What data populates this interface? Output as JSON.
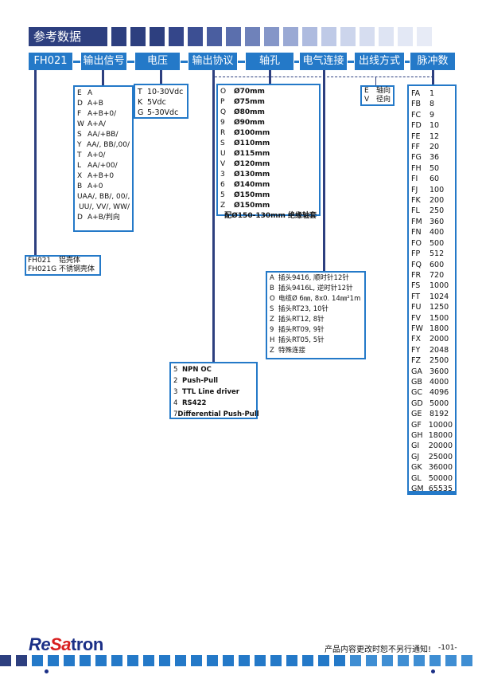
{
  "header": {
    "title": "参考数据"
  },
  "code_row": {
    "model": "FH021",
    "output_signal": "输出信号",
    "voltage": "电压",
    "output_protocol": "输出协议",
    "shaft_hole": "轴孔",
    "electrical_connection": "电气连接",
    "cable_exit": "出线方式",
    "pulses": "脉冲数"
  },
  "output_signal_options": [
    {
      "code": "E",
      "desc": "A"
    },
    {
      "code": "D",
      "desc": "A+B"
    },
    {
      "code": "F",
      "desc": "A+B+0/"
    },
    {
      "code": "W",
      "desc": "A+A/"
    },
    {
      "code": "S",
      "desc": "AA/+BB/"
    },
    {
      "code": "Y",
      "desc": "AA/, BB/,00/"
    },
    {
      "code": "T",
      "desc": "A+0/"
    },
    {
      "code": "L",
      "desc": "AA/+00/"
    },
    {
      "code": "X",
      "desc": "A+B+0"
    },
    {
      "code": "B",
      "desc": "A+0"
    },
    {
      "code": "U",
      "desc": "AA/, BB/, 00/,"
    },
    {
      "code": "",
      "desc": "UU/, VV/, WW/"
    },
    {
      "code": "D",
      "desc": "A+B/判向"
    }
  ],
  "voltage_options": [
    {
      "code": "T",
      "desc": "10-30Vdc"
    },
    {
      "code": "K",
      "desc": "5Vdc"
    },
    {
      "code": "G",
      "desc": "5-30Vdc"
    }
  ],
  "shaft_hole_options": [
    {
      "code": "O",
      "desc": "Ø70mm"
    },
    {
      "code": "P",
      "desc": "Ø75mm"
    },
    {
      "code": "Q",
      "desc": "Ø80mm"
    },
    {
      "code": "9",
      "desc": "Ø90mm"
    },
    {
      "code": "R",
      "desc": "Ø100mm"
    },
    {
      "code": "S",
      "desc": "Ø110mm"
    },
    {
      "code": "U",
      "desc": "Ø115mm"
    },
    {
      "code": "V",
      "desc": "Ø120mm"
    },
    {
      "code": "3",
      "desc": "Ø130mm"
    },
    {
      "code": "6",
      "desc": "Ø140mm"
    },
    {
      "code": "5",
      "desc": "Ø150mm"
    },
    {
      "code": "Z",
      "desc": "Ø150mm"
    },
    {
      "code": "",
      "desc": "配Ø150-130mm 绝缘轴套"
    }
  ],
  "cable_exit_options": [
    {
      "code": "E",
      "desc": "轴向"
    },
    {
      "code": "V",
      "desc": "径向"
    }
  ],
  "housing_options": [
    {
      "code": "FH021",
      "desc": "铝壳体"
    },
    {
      "code": "FH021G",
      "desc": "不锈钢壳体"
    }
  ],
  "connection_options": [
    {
      "code": "A",
      "desc": "插头9416, 顺时针12针"
    },
    {
      "code": "B",
      "desc": "插头9416L, 逆时针12针"
    },
    {
      "code": "O",
      "desc": "电缆Ø 6㎜, 8x0. 14㎜²1m"
    },
    {
      "code": "S",
      "desc": "插头RT23, 10针"
    },
    {
      "code": "Z",
      "desc": "插头RT12, 8针"
    },
    {
      "code": "9",
      "desc": "插头RT09, 9针"
    },
    {
      "code": "H",
      "desc": "插头RT05, 5针"
    },
    {
      "code": "Z",
      "desc": "特殊连接"
    }
  ],
  "protocol_options": [
    {
      "code": "5",
      "desc": "NPN OC"
    },
    {
      "code": "2",
      "desc": "Push-Pull"
    },
    {
      "code": "3",
      "desc": "TTL Line driver"
    },
    {
      "code": "4",
      "desc": "RS422"
    },
    {
      "code": "7",
      "desc": "Differential Push-Pull"
    }
  ],
  "pulse_options": [
    {
      "code": "FA",
      "desc": "1"
    },
    {
      "code": "FB",
      "desc": "8"
    },
    {
      "code": "FC",
      "desc": "9"
    },
    {
      "code": "FD",
      "desc": "10"
    },
    {
      "code": "FE",
      "desc": "12"
    },
    {
      "code": "FF",
      "desc": "20"
    },
    {
      "code": "FG",
      "desc": "36"
    },
    {
      "code": "FH",
      "desc": "50"
    },
    {
      "code": "FI",
      "desc": "60"
    },
    {
      "code": "FJ",
      "desc": "100"
    },
    {
      "code": "FK",
      "desc": "200"
    },
    {
      "code": "FL",
      "desc": "250"
    },
    {
      "code": "FM",
      "desc": "360"
    },
    {
      "code": "FN",
      "desc": "400"
    },
    {
      "code": "FO",
      "desc": "500"
    },
    {
      "code": "FP",
      "desc": "512"
    },
    {
      "code": "FQ",
      "desc": "600"
    },
    {
      "code": "FR",
      "desc": "720"
    },
    {
      "code": "FS",
      "desc": "1000"
    },
    {
      "code": "FT",
      "desc": "1024"
    },
    {
      "code": "FU",
      "desc": "1250"
    },
    {
      "code": "FV",
      "desc": "1500"
    },
    {
      "code": "FW",
      "desc": "1800"
    },
    {
      "code": "FX",
      "desc": "2000"
    },
    {
      "code": "FY",
      "desc": "2048"
    },
    {
      "code": "FZ",
      "desc": "2500"
    },
    {
      "code": "GA",
      "desc": "3600"
    },
    {
      "code": "GB",
      "desc": "4000"
    },
    {
      "code": "GC",
      "desc": "4096"
    },
    {
      "code": "GD",
      "desc": "5000"
    },
    {
      "code": "GE",
      "desc": "8192"
    },
    {
      "code": "GF",
      "desc": "10000"
    },
    {
      "code": "GH",
      "desc": "18000"
    },
    {
      "code": "GI",
      "desc": "20000"
    },
    {
      "code": "GJ",
      "desc": "25000"
    },
    {
      "code": "GK",
      "desc": "36000"
    },
    {
      "code": "GL",
      "desc": "50000"
    },
    {
      "code": "GM",
      "desc": "65535"
    }
  ],
  "footer": {
    "logo_re": "Re",
    "logo_sa": "Sa",
    "logo_tron": "tron",
    "notice": "产品内容更改时恕不另行通知!",
    "page_number": "-101-"
  },
  "colors": {
    "navy": "#2d3f7f",
    "blue": "#2479c8",
    "light": "#c9d3ee",
    "logo_red": "#d81e1e"
  }
}
